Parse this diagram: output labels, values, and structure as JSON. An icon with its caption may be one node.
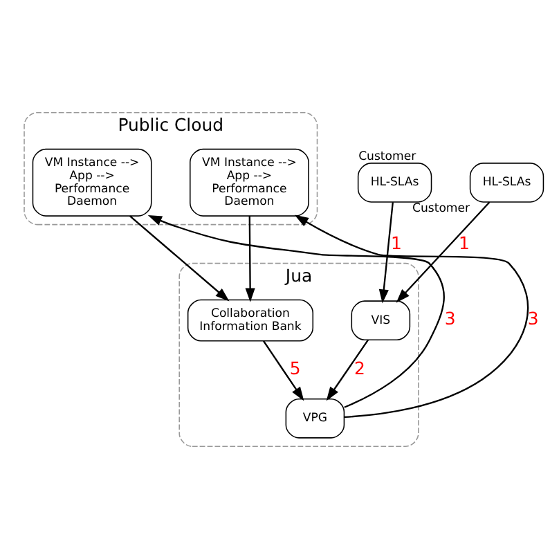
{
  "diagram": {
    "nodes": [
      {
        "text": [
          "Public Cloud"
        ]
      },
      {
        "text": [
          "VM Instance --> App --> Performance Daemon"
        ],
        "in": 0
      },
      {
        "text": [
          "VM Instance --> App --> Performance Daemon"
        ],
        "in": 0
      },
      {
        "text": [
          "Jua"
        ]
      },
      {
        "text": [
          "Collaboration Information Bank"
        ],
        "in": 3
      },
      {
        "text": [
          "VIS"
        ],
        "in": 3
      },
      {
        "text": [
          "VPG"
        ],
        "in": 3
      },
      {
        "text": [
          "HL-SLAs"
        ],
        "beside": [
          "Customer"
        ]
      },
      {
        "text": [
          "HL-SLAs"
        ],
        "beside": [
          "Customer"
        ]
      }
    ],
    "edges": [
      {
        "from": 1,
        "to": 4,
        "arrow": "to"
      },
      {
        "from": 6,
        "to": 1,
        "arrow": "to",
        "label": "3"
      },
      {
        "from": 6,
        "to": 2,
        "arrow": "to",
        "label": "3"
      },
      {
        "from": 2,
        "to": 4,
        "arrow": "to"
      },
      {
        "from": 4,
        "to": 6,
        "arrow": "to",
        "label": "5"
      },
      {
        "from": 5,
        "to": 6,
        "arrow": "to",
        "label": "2"
      },
      {
        "from": 7,
        "to": 5,
        "arrow": "to",
        "label": "1"
      },
      {
        "from": 8,
        "to": 5,
        "arrow": "to",
        "label": "1"
      }
    ]
  }
}
